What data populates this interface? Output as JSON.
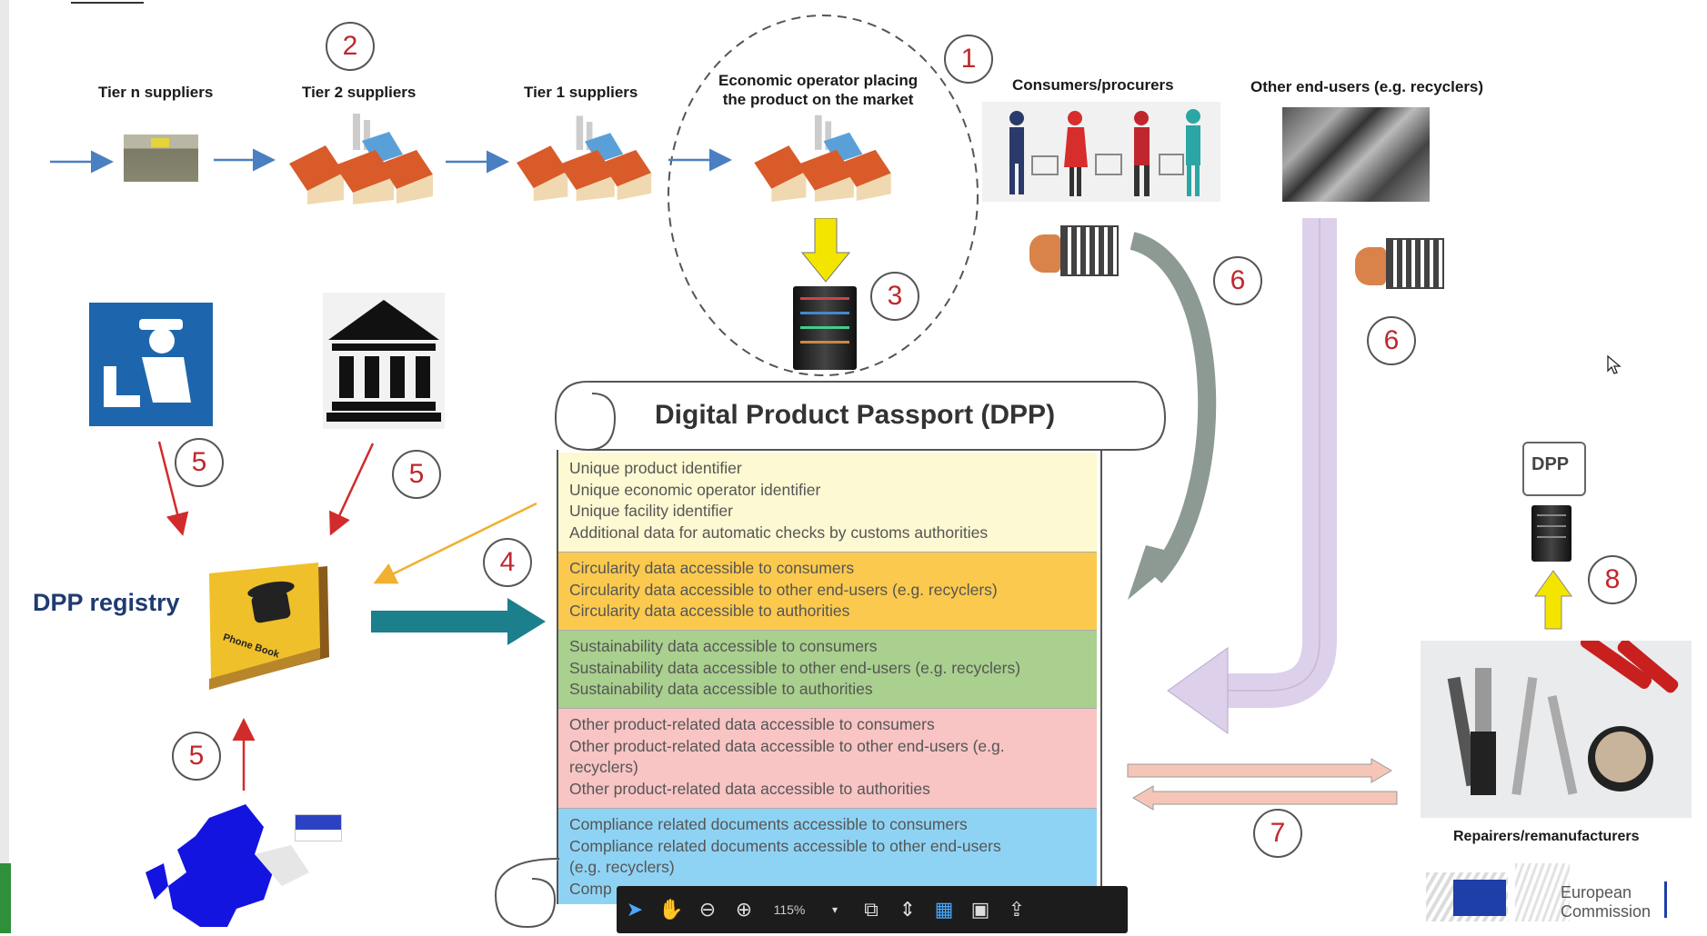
{
  "labels": {
    "tier_n": "Tier n suppliers",
    "tier_2": "Tier 2 suppliers",
    "tier_1": "Tier 1 suppliers",
    "economic_operator_line1": "Economic operator placing",
    "economic_operator_line2": "the product on the market",
    "consumers": "Consumers/procurers",
    "other_end_users": "Other end-users (e.g. recyclers)",
    "registry": "DPP registry",
    "repairers": "Repairers/remanufacturers",
    "dpp_small": "DPP",
    "phone_book": "Phone Book",
    "commission_line1": "European",
    "commission_line2": "Commission"
  },
  "numbers": {
    "n1": "1",
    "n2": "2",
    "n3": "3",
    "n4": "4",
    "n5a": "5",
    "n5b": "5",
    "n5c": "5",
    "n6a": "6",
    "n6b": "6",
    "n7": "7",
    "n8": "8"
  },
  "passport": {
    "title": "Digital Product Passport (DPP)",
    "sections": [
      {
        "color": "#fdf9d2",
        "lines": [
          "Unique product identifier",
          "Unique economic operator identifier",
          "Unique facility identifier",
          "Additional data for automatic checks by customs authorities"
        ]
      },
      {
        "color": "#fbc94e",
        "lines": [
          "Circularity data accessible to consumers",
          "Circularity data accessible to other end-users (e.g. recyclers)",
          "Circularity data accessible to authorities"
        ]
      },
      {
        "color": "#a9d08e",
        "lines": [
          "Sustainability data accessible to consumers",
          "Sustainability data accessible to other end-users (e.g. recyclers)",
          "Sustainability data accessible to authorities"
        ]
      },
      {
        "color": "#f8c4c4",
        "lines": [
          "Other product-related data accessible to consumers",
          "Other product-related data accessible to other end-users (e.g.",
          "recyclers)",
          "Other product-related data accessible to authorities"
        ]
      },
      {
        "color": "#8fd3f4",
        "lines": [
          "Compliance related documents accessible to consumers",
          "Compliance related documents accessible to other end-users",
          "(e.g. recyclers)",
          "Comp"
        ]
      }
    ]
  },
  "toolbar": {
    "zoom": "115%",
    "icons": [
      "select-arrow-icon",
      "hand-icon",
      "zoom-out-icon",
      "zoom-in-icon",
      "zoom-dropdown-icon",
      "copy-icon",
      "fit-page-icon",
      "fit-width-icon",
      "fullscreen-icon",
      "share-icon"
    ]
  },
  "colors": {
    "number_red": "#c0272d",
    "flow_arrow": "#4a7fc1",
    "teal_arrow": "#1b7f8c",
    "yellow_arrow": "#f4e500",
    "registry_blue": "#1f3b70"
  }
}
